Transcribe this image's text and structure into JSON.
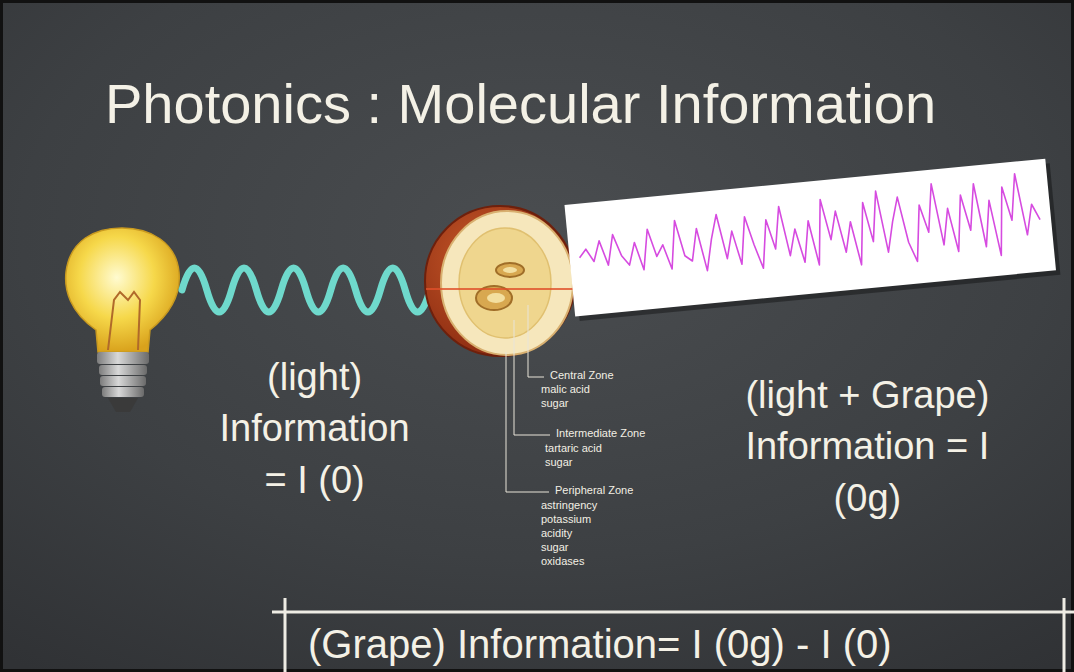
{
  "diagram": {
    "title": "Photonics : Molecular Information",
    "labels": [
      "(light) Information = I (0)",
      "Central Zone",
      "malic acid",
      "sugar",
      "Intermediate Zone",
      "tartaric acid",
      "sugar",
      "Peripheral Zone",
      "astringency",
      "potassium",
      "acidity",
      "sugar",
      "oxidases",
      "(light + Grape) Information = I (0g)",
      "(Grape) Information= I (0g) - I (0)"
    ]
  }
}
